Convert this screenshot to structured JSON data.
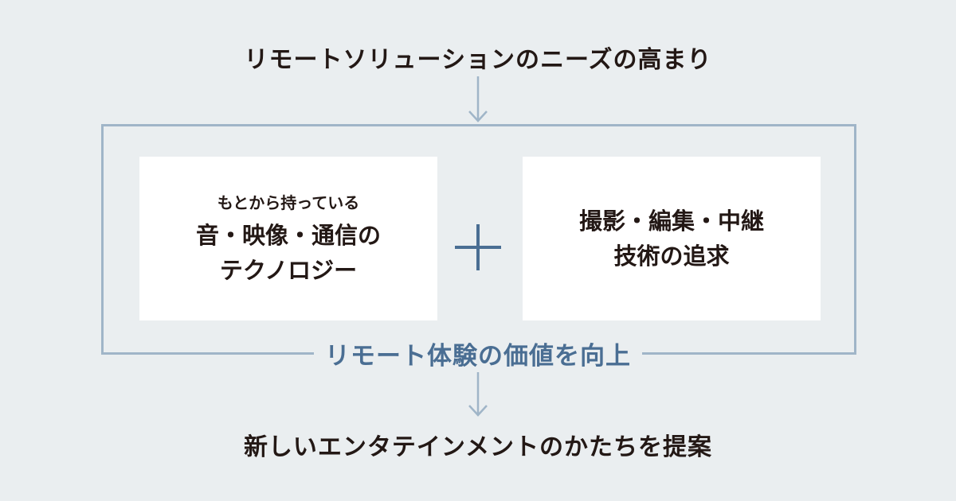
{
  "top_title": "リモートソリューションのニーズの高まり",
  "left_box": {
    "subtitle": "もとから持っている",
    "line1": "音・映像・通信の",
    "line2": "テクノロジー"
  },
  "right_box": {
    "line1": "撮影・編集・中継",
    "line2": "技術の追求"
  },
  "value_label": "リモート体験の価値を向上",
  "bottom_title": "新しいエンタテインメントのかたちを提案",
  "colors": {
    "background": "#eaeef0",
    "frame": "#a0b5c8",
    "accent": "#4a6e93",
    "text": "#231815"
  }
}
